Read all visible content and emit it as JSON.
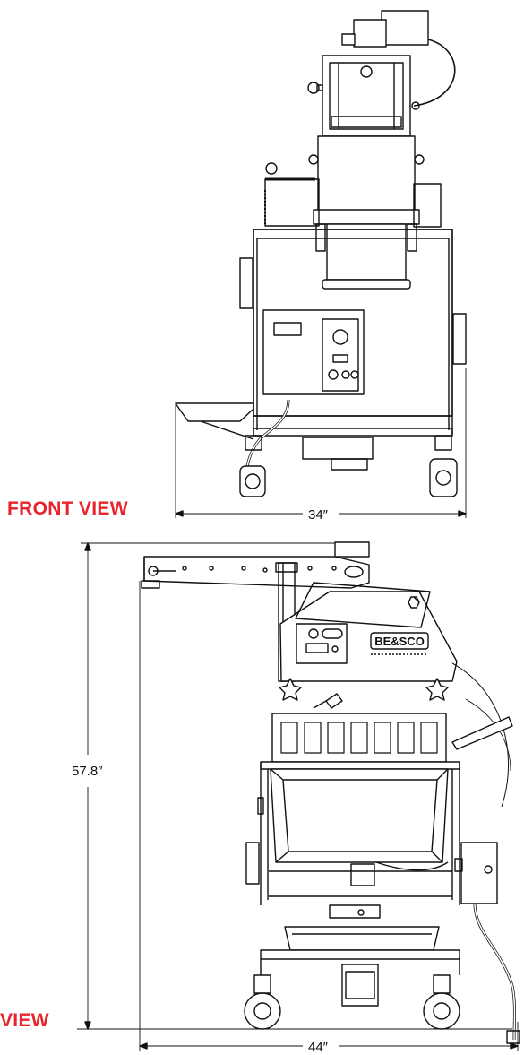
{
  "colors": {
    "label": "#e8232c",
    "line": "#111111",
    "fill": "#ffffff",
    "gray": "#6b6b6b"
  },
  "front_view": {
    "label": "FRONT VIEW",
    "width_dim": "34″"
  },
  "side_view": {
    "label": "VIEW",
    "height_dim": "57.8″",
    "width_dim": "44″",
    "brand": "BE&SCO"
  }
}
